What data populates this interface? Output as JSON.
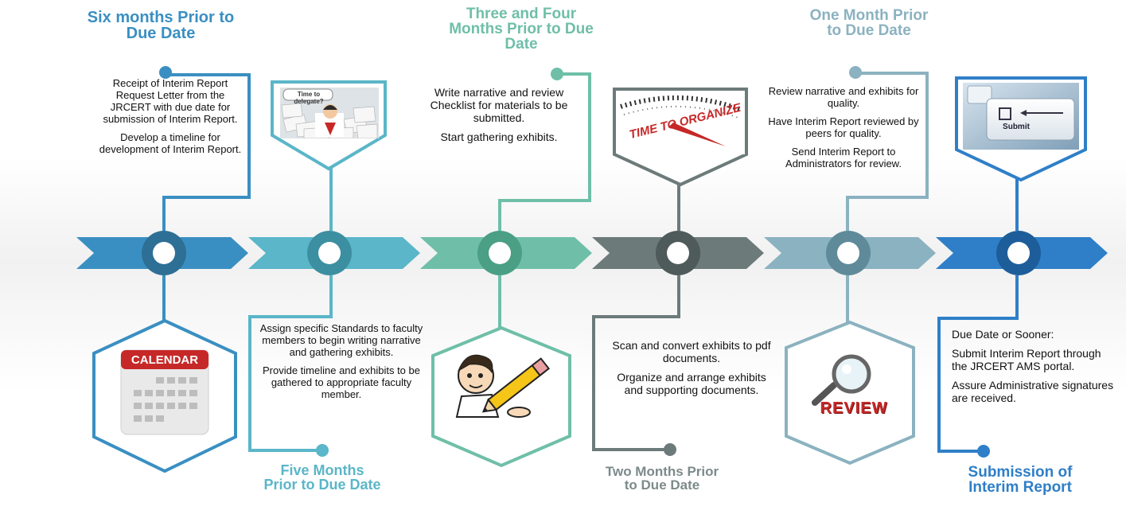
{
  "colors": {
    "stage1": "#3a8fc2",
    "stage2": "#5ab6c8",
    "stage3": "#6fbfa8",
    "stage4": "#6c7a7a",
    "stage5": "#8bb2c0",
    "stage6": "#2f7fc8"
  },
  "stages": [
    {
      "title": "Six months Prior to Due Date",
      "position": "top",
      "text": [
        "Receipt of Interim Report Request Letter from the JRCERT with due date for submission of Interim Report.",
        "Develop a timeline for development of Interim Report."
      ],
      "illustration": "calendar-icon",
      "illustration_label": "CALENDAR"
    },
    {
      "title": "Five Months Prior to Due Date",
      "position": "bottom",
      "text": [
        "Assign specific Standards to faculty members to begin writing narrative and gathering exhibits.",
        "Provide timeline and exhibits to be gathered to appropriate faculty member."
      ],
      "illustration": "buried-in-paperwork-icon",
      "illustration_label": "Time to delegate?"
    },
    {
      "title": "Three and Four Months Prior to Due Date",
      "position": "top",
      "text": [
        "Write narrative and review Checklist for materials to be submitted.",
        "Start gathering exhibits."
      ],
      "illustration": "pencil-writer-icon",
      "illustration_label": ""
    },
    {
      "title": "Two Months Prior to Due Date",
      "position": "bottom",
      "text": [
        "Scan and convert exhibits to pdf documents.",
        "Organize and arrange exhibits and supporting documents."
      ],
      "illustration": "clock-organize-icon",
      "illustration_label": "TIME TO ORGANIZE"
    },
    {
      "title": "One Month Prior to Due Date",
      "position": "top",
      "text": [
        "Review narrative and exhibits for quality.",
        "Have Interim Report reviewed by peers for quality.",
        "Send Interim Report to Administrators for review."
      ],
      "illustration": "magnifier-review-icon",
      "illustration_label": "REVIEW"
    },
    {
      "title": "Submission of Interim Report",
      "position": "bottom",
      "text": [
        "Due Date or Sooner:",
        "Submit Interim Report through the JRCERT AMS portal.",
        "Assure Administrative signatures are received."
      ],
      "illustration": "submit-key-icon",
      "illustration_label": "Submit"
    }
  ]
}
